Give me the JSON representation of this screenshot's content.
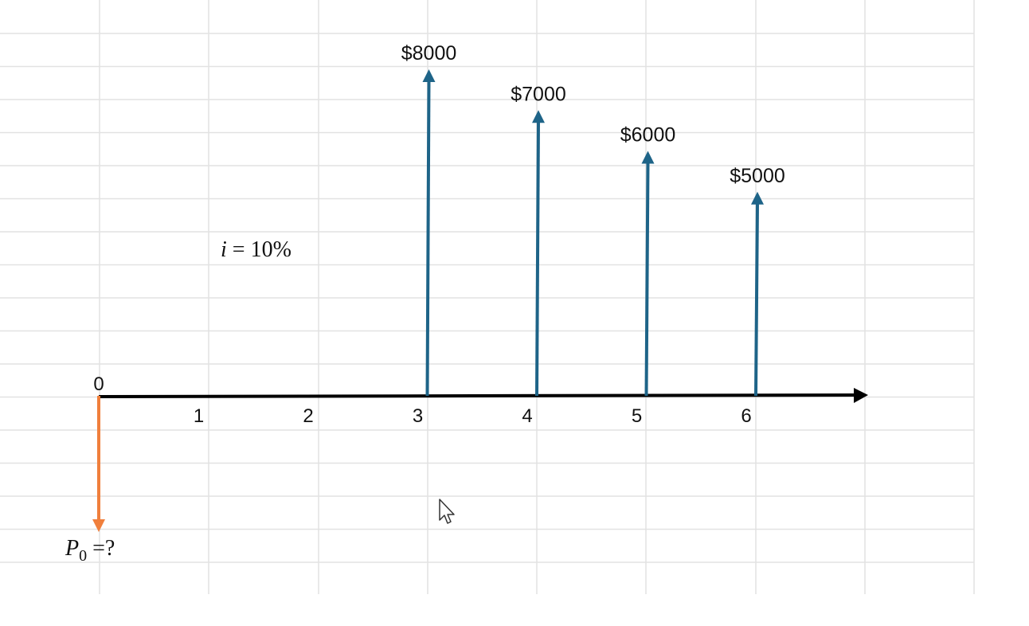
{
  "interest_label": {
    "var": "i",
    "rest": " = 10%"
  },
  "unknown_label": {
    "var": "P",
    "sub": "0",
    "rest": " =?"
  },
  "origin_label": "0",
  "colors": {
    "inflow": "#1e6488",
    "outflow": "#f07f3c",
    "axis": "#000000",
    "grid": "#e2e2e2"
  },
  "chart_data": {
    "type": "cash-flow-diagram",
    "interest_rate": "10%",
    "ticks": [
      "1",
      "2",
      "3",
      "4",
      "5",
      "6"
    ],
    "cash_flows": [
      {
        "period": 3,
        "amount": 8000,
        "label": "$8000",
        "direction": "in"
      },
      {
        "period": 4,
        "amount": 7000,
        "label": "$7000",
        "direction": "in"
      },
      {
        "period": 5,
        "amount": 6000,
        "label": "$6000",
        "direction": "in"
      },
      {
        "period": 6,
        "amount": 5000,
        "label": "$5000",
        "direction": "in"
      },
      {
        "period": 0,
        "amount": null,
        "label": "P0 =?",
        "direction": "out"
      }
    ]
  }
}
